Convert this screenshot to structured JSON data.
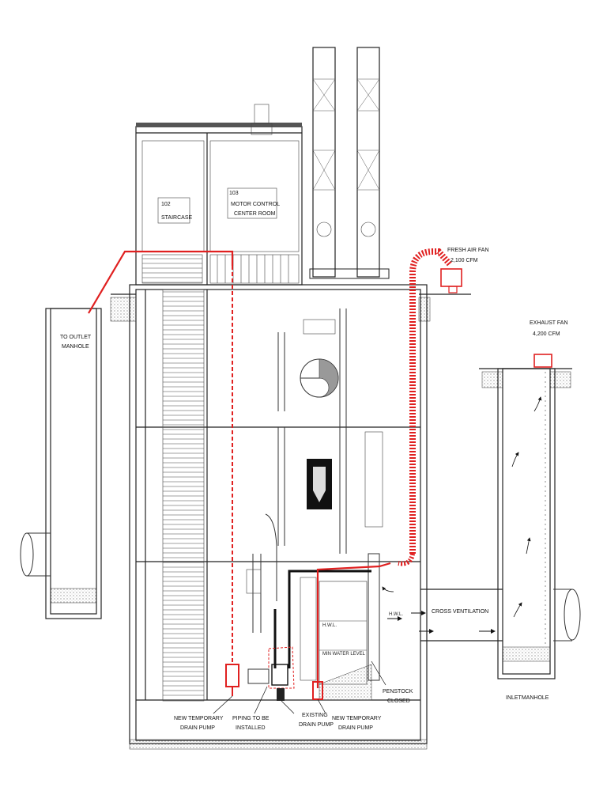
{
  "labels": {
    "room_102_number": "102",
    "room_102_name": "STAIRCASE",
    "room_103_number": "103",
    "room_103_name_1": "MOTOR CONTROL",
    "room_103_name_2": "CENTER ROOM",
    "fresh_air_fan_1": "FRESH AIR FAN",
    "fresh_air_fan_2": "2,100 CFM",
    "exhaust_fan_1": "EXHAUST FAN",
    "exhaust_fan_2": "4,200 CFM",
    "to_outlet_1": "TO OUTLET",
    "to_outlet_2": "MANHOLE",
    "cross_ventilation": "CROSS VENTILATION",
    "hwl": "H.W.L.",
    "min_water_level": "MIN WATER LEVEL",
    "penstock_1": "PENSTOCK",
    "penstock_2": "CLOSED",
    "inlet_manhole": "INLETMANHOLE",
    "new_temp_pump_left_1": "NEW TEMPORARY",
    "new_temp_pump_left_2": "DRAIN PUMP",
    "piping_1": "PIPING TO BE",
    "piping_2": "INSTALLED",
    "existing_pump_1": "EXISTING",
    "existing_pump_2": "DRAIN PUMP",
    "new_temp_pump_right_1": "NEW TEMPORARY",
    "new_temp_pump_right_2": "DRAIN PUMP"
  },
  "colors": {
    "new_temporary_piping": "#e02020",
    "new_piping": "#111111",
    "existing": "#333333"
  }
}
